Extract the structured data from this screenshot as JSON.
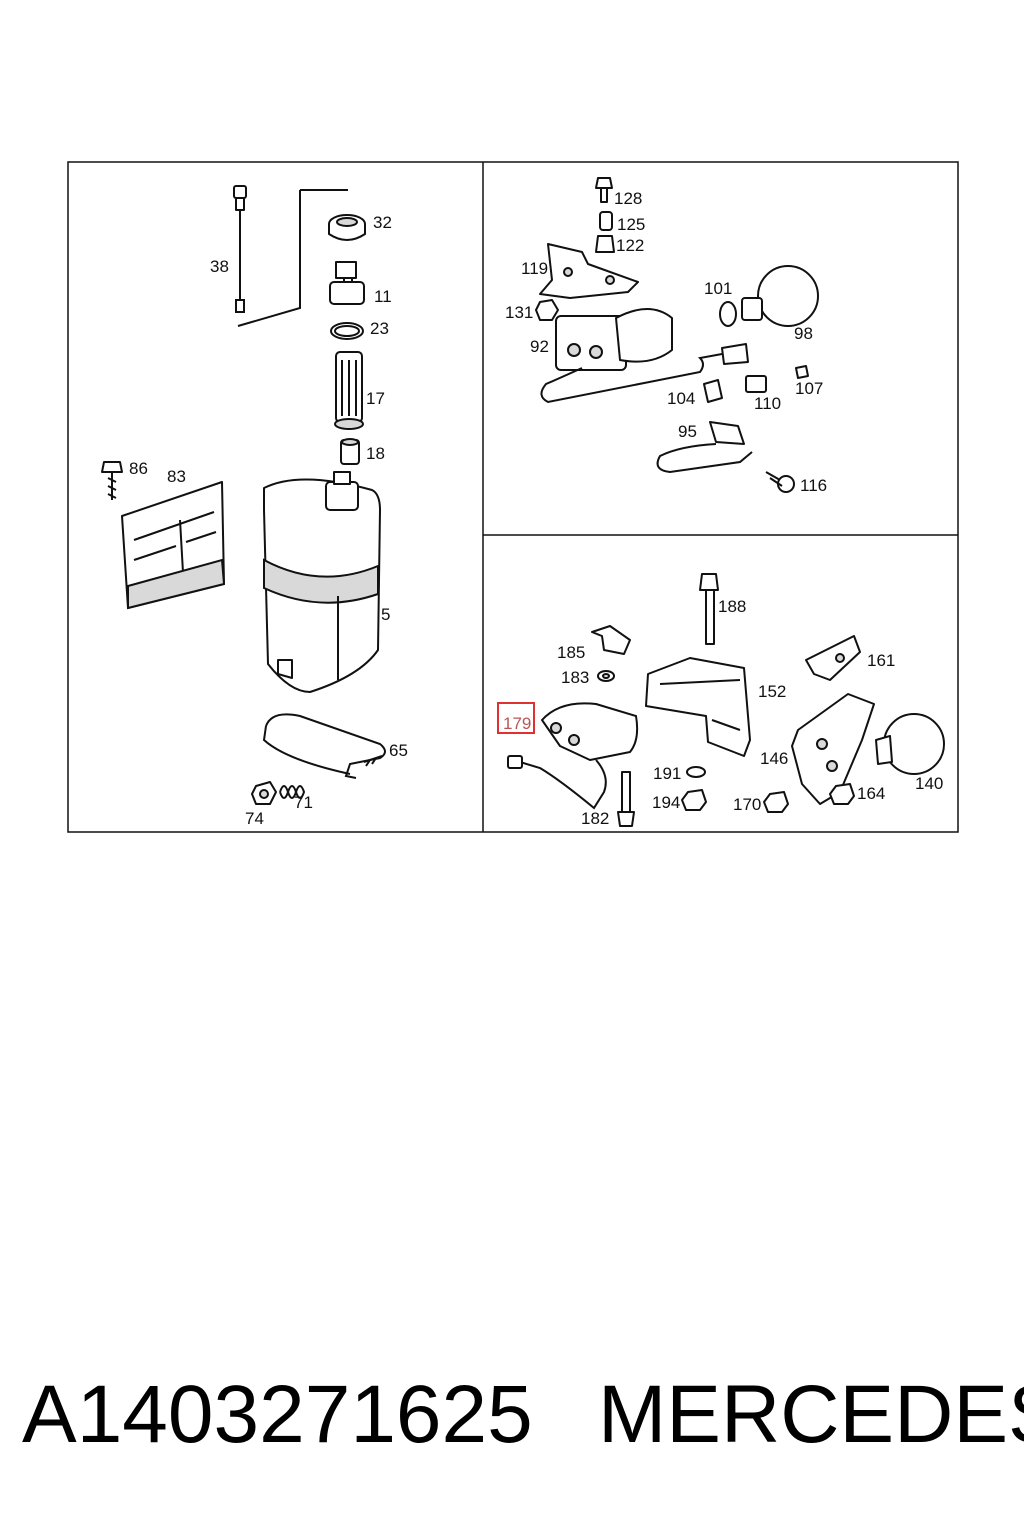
{
  "diagram": {
    "callouts": {
      "p32": "32",
      "p11": "11",
      "p23": "23",
      "p17": "17",
      "p18": "18",
      "p38": "38",
      "p86": "86",
      "p83": "83",
      "p5": "5",
      "p65": "65",
      "p74": "74",
      "p71": "71",
      "p128": "128",
      "p125": "125",
      "p122": "122",
      "p119": "119",
      "p131": "131",
      "p92": "92",
      "p101": "101",
      "p98": "98",
      "p104": "104",
      "p110": "110",
      "p107": "107",
      "p95": "95",
      "p116": "116",
      "p188": "188",
      "p185": "185",
      "p183": "183",
      "p161": "161",
      "p152": "152",
      "p179": "179",
      "p146": "146",
      "p191": "191",
      "p194": "194",
      "p170": "170",
      "p164": "164",
      "p140": "140",
      "p182": "182"
    },
    "highlighted_part": "179",
    "highlight_color": "#e03030"
  },
  "footer": {
    "part_number": "A1403271625",
    "brand": "MERCEDES"
  }
}
